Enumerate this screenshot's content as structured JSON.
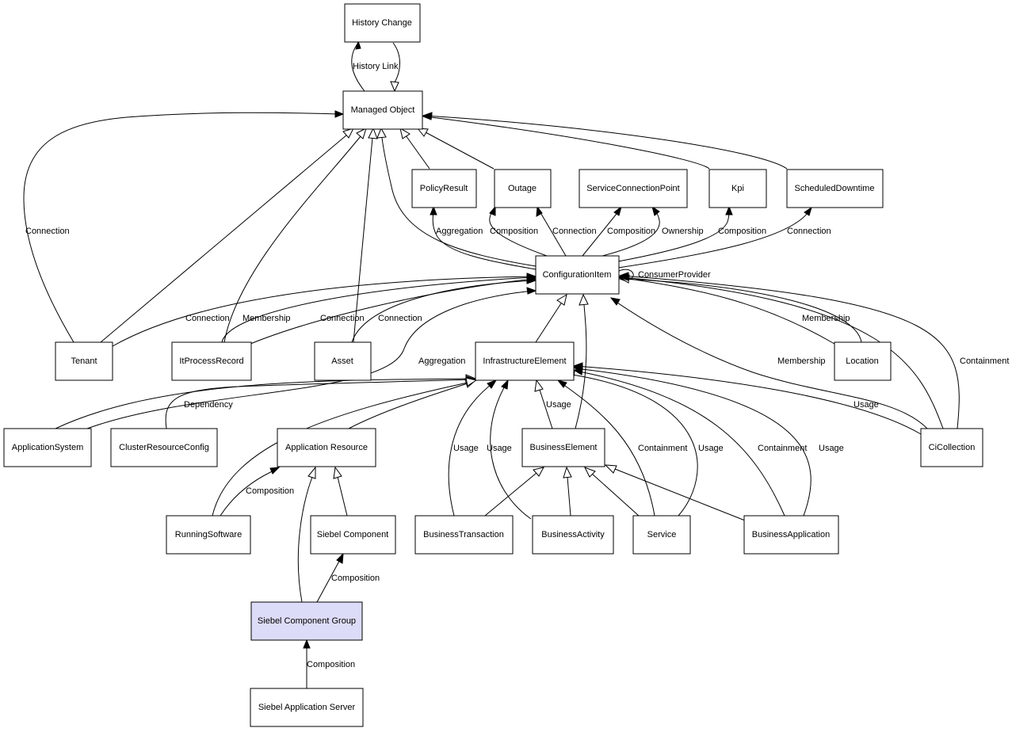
{
  "nodes": {
    "history_change": "History Change",
    "managed_object": "Managed Object",
    "policy_result": "PolicyResult",
    "outage": "Outage",
    "service_connection_point": "ServiceConnectionPoint",
    "kpi": "Kpi",
    "scheduled_downtime": "ScheduledDowntime",
    "configuration_item": "ConfigurationItem",
    "tenant": "Tenant",
    "it_process_record": "ItProcessRecord",
    "asset": "Asset",
    "infrastructure_element": "InfrastructureElement",
    "location": "Location",
    "application_system": "ApplicationSystem",
    "cluster_resource_config": "ClusterResourceConfig",
    "application_resource": "Application Resource",
    "business_element": "BusinessElement",
    "ci_collection": "CiCollection",
    "running_software": "RunningSoftware",
    "siebel_component": "Siebel Component",
    "business_transaction": "BusinessTransaction",
    "business_activity": "BusinessActivity",
    "service": "Service",
    "business_application": "BusinessApplication",
    "siebel_component_group": "Siebel Component Group",
    "siebel_application_server": "Siebel Application Server"
  },
  "edge_labels": {
    "history_link": "History Link",
    "connection_tenant_mo": "Connection",
    "aggregation_ci_policy": "Aggregation",
    "composition_ci_outage": "Composition",
    "connection_ci_outage": "Connection",
    "composition_ci_scp": "Composition",
    "ownership_ci_scp": "Ownership",
    "composition_ci_kpi": "Composition",
    "connection_ci_downtime": "Connection",
    "consumer_provider": "ConsumerProvider",
    "connection_tenant_ci": "Connection",
    "membership_itpr_ci": "Membership",
    "connection_itpr_ci": "Connection",
    "connection_asset_ci": "Connection",
    "membership_location_ci": "Membership",
    "aggregation_appsys_ci": "Aggregation",
    "membership_cicollection_ci": "Membership",
    "containment_cicollection_ci": "Containment",
    "dependency_cluster_ie": "Dependency",
    "usage_be_ie": "Usage",
    "usage_cicollection_ie": "Usage",
    "composition_running_appres": "Composition",
    "usage_bt_ie": "Usage",
    "usage_ba_ie": "Usage",
    "containment_service_ie": "Containment",
    "usage_service_ie": "Usage",
    "containment_bapp_ie": "Containment",
    "usage_bapp_ie": "Usage",
    "composition_group_component": "Composition",
    "composition_server_group": "Composition"
  }
}
